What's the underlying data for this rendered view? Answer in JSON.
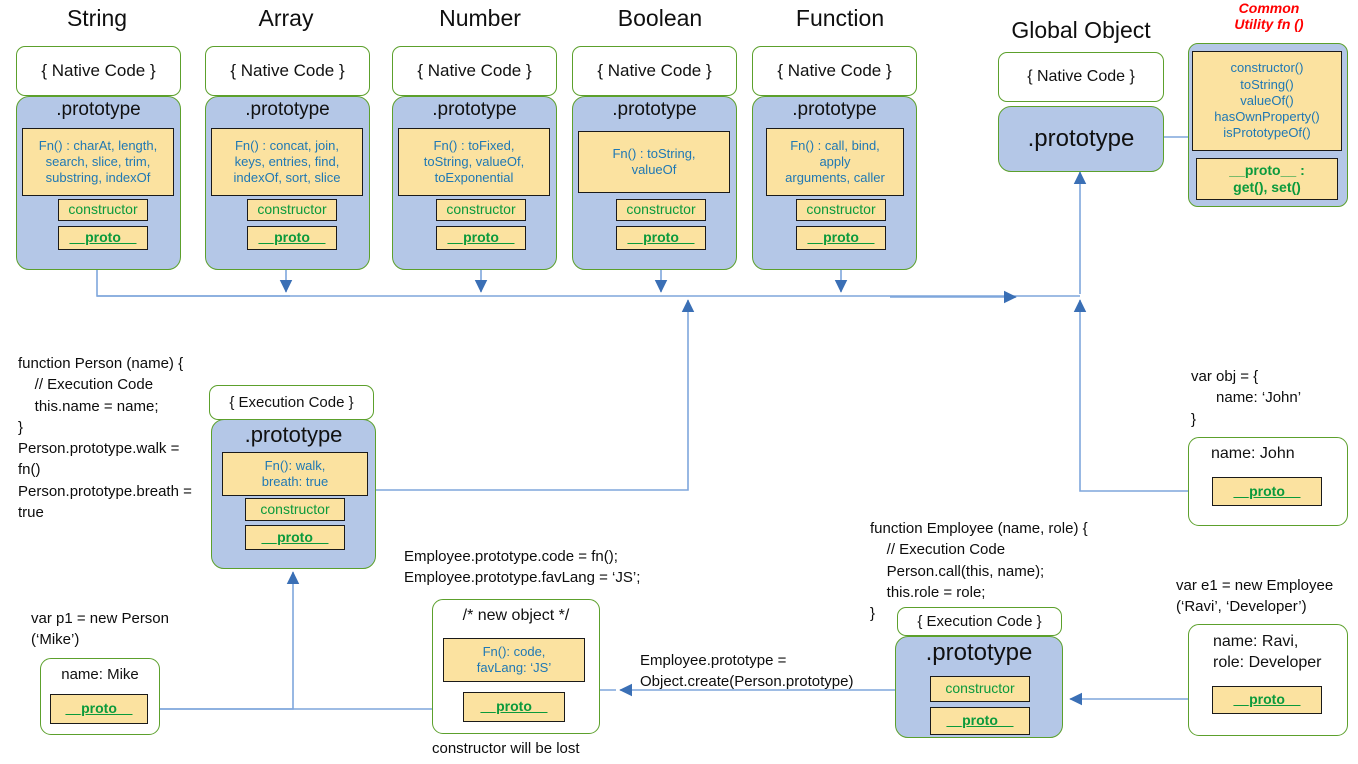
{
  "diagram": {
    "title": "JavaScript Prototype Chain Diagram",
    "colors": {
      "prototype_fill": "#b4c7e7",
      "member_fill": "#fbe2a0",
      "border_green": "#5ca02c",
      "text_blue": "#1f78b4",
      "text_green": "#0b9a3c",
      "accent_red": "#ff0000",
      "wire_blue": "#5b8fd1"
    }
  },
  "builtins": [
    {
      "name": "String",
      "native_label": "{ Native Code }",
      "prototype_label": ".prototype",
      "methods": "Fn() : charAt, length,\nsearch, slice, trim,\nsubstring, indexOf",
      "constructor_label": "constructor",
      "proto_label": "__proto__"
    },
    {
      "name": "Array",
      "native_label": "{ Native Code }",
      "prototype_label": ".prototype",
      "methods": "Fn() : concat, join,\nkeys, entries, find,\nindexOf, sort, slice",
      "constructor_label": "constructor",
      "proto_label": "__proto__"
    },
    {
      "name": "Number",
      "native_label": "{ Native Code }",
      "prototype_label": ".prototype",
      "methods": "Fn() : toFixed,\ntoString, valueOf,\ntoExponential",
      "constructor_label": "constructor",
      "proto_label": "__proto__"
    },
    {
      "name": "Boolean",
      "native_label": "{ Native Code }",
      "prototype_label": ".prototype",
      "methods": "Fn() : toString,\nvalueOf",
      "constructor_label": "constructor",
      "proto_label": "__proto__"
    },
    {
      "name": "Function",
      "native_label": "{ Native Code }",
      "prototype_label": ".prototype",
      "methods": "Fn() : call, bind,\napply\narguments, caller",
      "constructor_label": "constructor",
      "proto_label": "__proto__"
    }
  ],
  "global_object": {
    "name": "Global Object",
    "native_label": "{ Native Code }",
    "prototype_label": ".prototype"
  },
  "common_utility": {
    "title": "Common\nUtility fn ()",
    "methods": "constructor()\ntoString()\nvalueOf()\nhasOwnProperty()\nisPrototypeOf()",
    "proto_label": "__proto__ :\nget(), set()"
  },
  "person": {
    "code": "function Person (name) {\n    // Execution Code\n    this.name = name;\n}\nPerson.prototype.walk =\nfn()\nPerson.prototype.breath =\ntrue",
    "execution_label": "{ Execution Code }",
    "prototype_label": ".prototype",
    "methods": "Fn(): walk,\nbreath: true",
    "constructor_label": "constructor",
    "proto_label": "__proto__"
  },
  "p1": {
    "code": "var p1 = new Person\n(‘Mike’)",
    "header": "name: Mike",
    "proto_label": "__proto__"
  },
  "employee": {
    "code": "function Employee (name, role) {\n    // Execution Code\n    Person.call(this, name);\n    this.role = role;\n}",
    "execution_label": "{ Execution Code }",
    "prototype_label": ".prototype",
    "constructor_label": "constructor",
    "proto_label": "__proto__"
  },
  "new_object": {
    "code": "Employee.prototype.code = fn();\nEmployee.prototype.favLang = ‘JS’;",
    "header": "/* new object */",
    "methods": "Fn(): code,\nfavLang: ‘JS’",
    "proto_label": "__proto__",
    "caption": "constructor will be lost"
  },
  "object_create_note": "Employee.prototype =\nObject.create(Person.prototype)",
  "e1": {
    "code": "var e1 = new Employee\n(‘Ravi’, ‘Developer’)",
    "header": "name: Ravi,\nrole: Developer",
    "proto_label": "__proto__"
  },
  "obj": {
    "code": "var obj = {\n      name: ‘John’\n}",
    "header": "name: John",
    "proto_label": "__proto__"
  }
}
